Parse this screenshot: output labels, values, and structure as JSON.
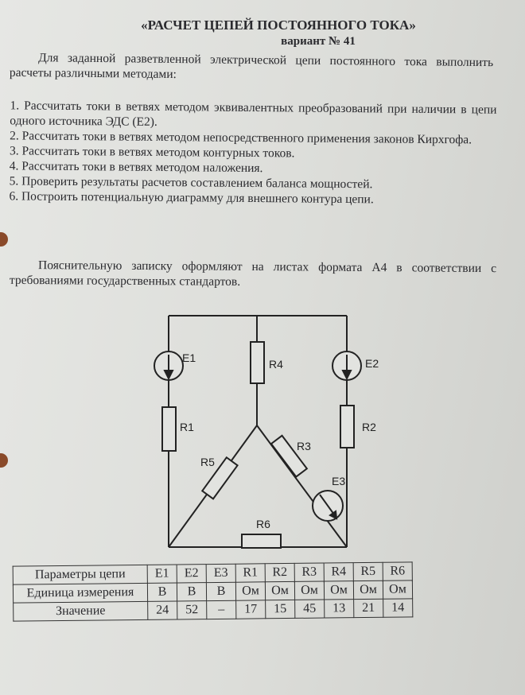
{
  "header": {
    "title": "«РАСЧЕТ ЦЕПЕЙ ПОСТОЯННОГО ТОКА»",
    "variant": "вариант № 41"
  },
  "intro": "Для заданной разветвленной электрической цепи постоянного тока выполнить расчеты различными методами:",
  "tasks": [
    "1. Рассчитать токи в ветвях методом эквивалентных преобразований при наличии в цепи одного источника ЭДС (E2).",
    "2. Рассчитать токи в ветвях методом непосредственного применения законов Кирхгофа.",
    "3. Рассчитать токи в ветвях методом контурных токов.",
    "4. Рассчитать токи в ветвях методом наложения.",
    "5. Проверить результаты расчетов составлением баланса мощностей.",
    "6. Построить потенциальную диаграмму для внешнего контура цепи."
  ],
  "note": "Пояснительную записку оформляют на листах формата А4 в соответствии с требованиями государственных стандартов.",
  "circuit_labels": {
    "E1": "E1",
    "E2": "E2",
    "E3": "E3",
    "R1": "R1",
    "R2": "R2",
    "R3": "R3",
    "R4": "R4",
    "R5": "R5",
    "R6": "R6"
  },
  "table": {
    "row_headers": [
      "Параметры цепи",
      "Единица измерения",
      "Значение"
    ],
    "params": [
      {
        "name": "E1",
        "unit": "В",
        "value": "24"
      },
      {
        "name": "E2",
        "unit": "В",
        "value": "52"
      },
      {
        "name": "E3",
        "unit": "В",
        "value": "–"
      },
      {
        "name": "R1",
        "unit": "Ом",
        "value": "17"
      },
      {
        "name": "R2",
        "unit": "Ом",
        "value": "15"
      },
      {
        "name": "R3",
        "unit": "Ом",
        "value": "45"
      },
      {
        "name": "R4",
        "unit": "Ом",
        "value": "13"
      },
      {
        "name": "R5",
        "unit": "Ом",
        "value": "21"
      },
      {
        "name": "R6",
        "unit": "Ом",
        "value": "14"
      }
    ]
  }
}
